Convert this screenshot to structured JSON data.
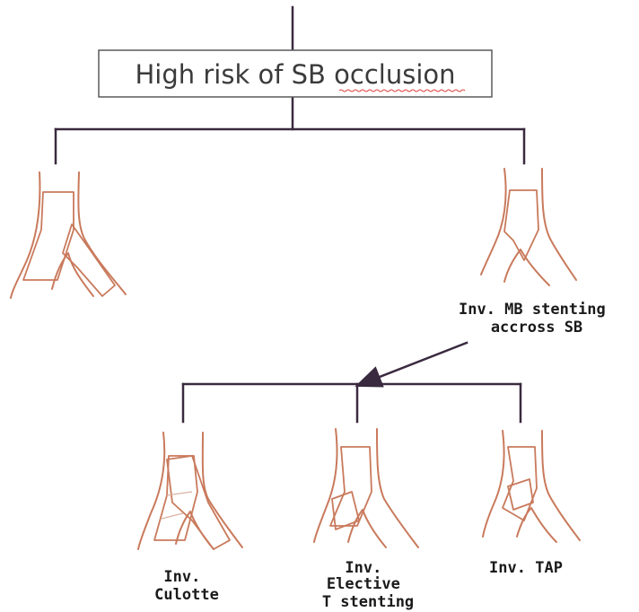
{
  "root": {
    "text": "High risk of SB occlusion"
  },
  "branches": {
    "right": {
      "label_lines": [
        "Inv. MB stenting",
        "accross SB"
      ]
    },
    "children": [
      {
        "id": "culotte",
        "label_lines": [
          "Inv.",
          "Culotte"
        ]
      },
      {
        "id": "t-stenting",
        "label_lines": [
          "Inv.",
          "Elective",
          "T stenting"
        ]
      },
      {
        "id": "tap",
        "label_lines": [
          "Inv. TAP"
        ]
      }
    ]
  },
  "colors": {
    "connector": "#3a2a3f",
    "vessel": "#c97a5c",
    "box_border": "#5a5a5a"
  }
}
